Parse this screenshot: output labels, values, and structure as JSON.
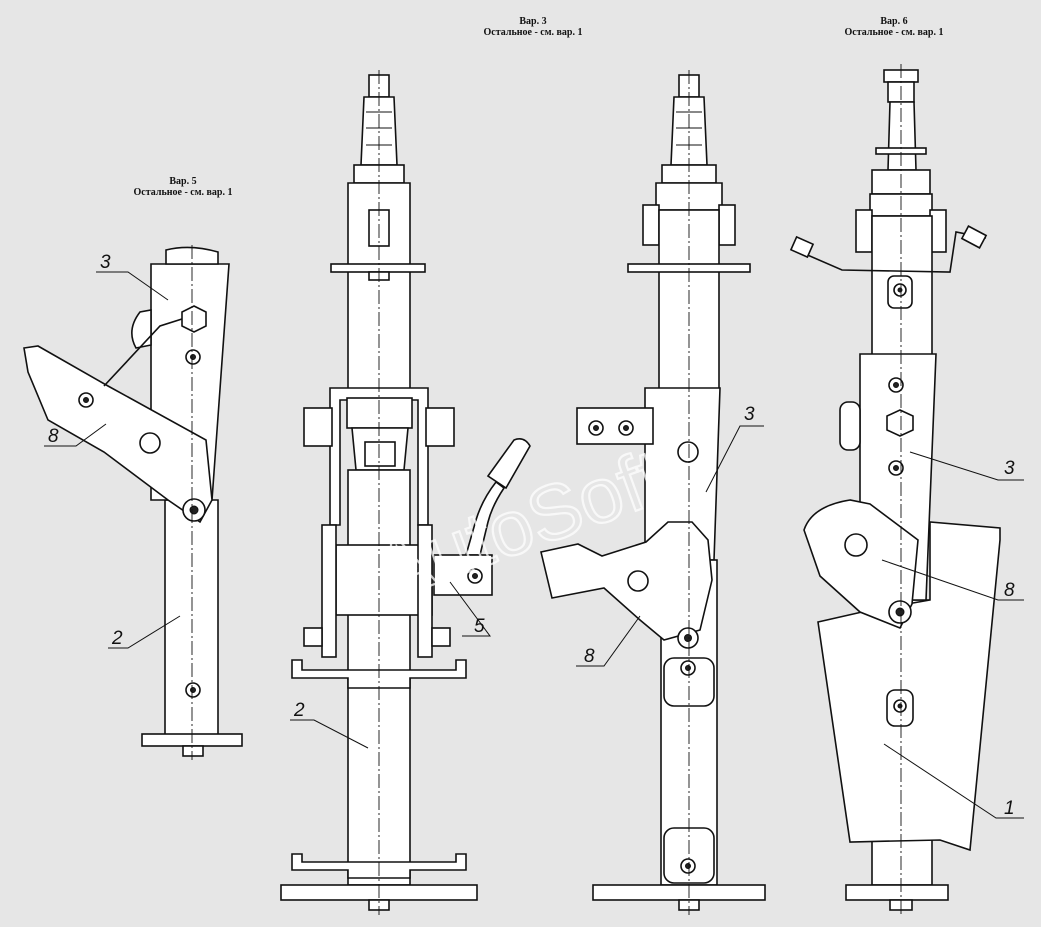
{
  "variants": [
    {
      "id": "var5",
      "title": "Вар. 5",
      "note": "Остальное - см. вар. 1"
    },
    {
      "id": "var3",
      "title": "Вар. 3",
      "note": "Остальное - см. вар. 1"
    },
    {
      "id": "var6",
      "title": "Вар. 6",
      "note": "Остальное - см. вар. 1"
    }
  ],
  "callouts": {
    "v5": [
      "3",
      "8",
      "2"
    ],
    "v1": [
      "5",
      "2"
    ],
    "v3": [
      "3",
      "8"
    ],
    "v6": [
      "3",
      "8",
      "1"
    ]
  },
  "watermark": "AutoSoft",
  "colors": {
    "background": "#e6e6e6",
    "line": "#111111",
    "fill": "#ffffff"
  }
}
